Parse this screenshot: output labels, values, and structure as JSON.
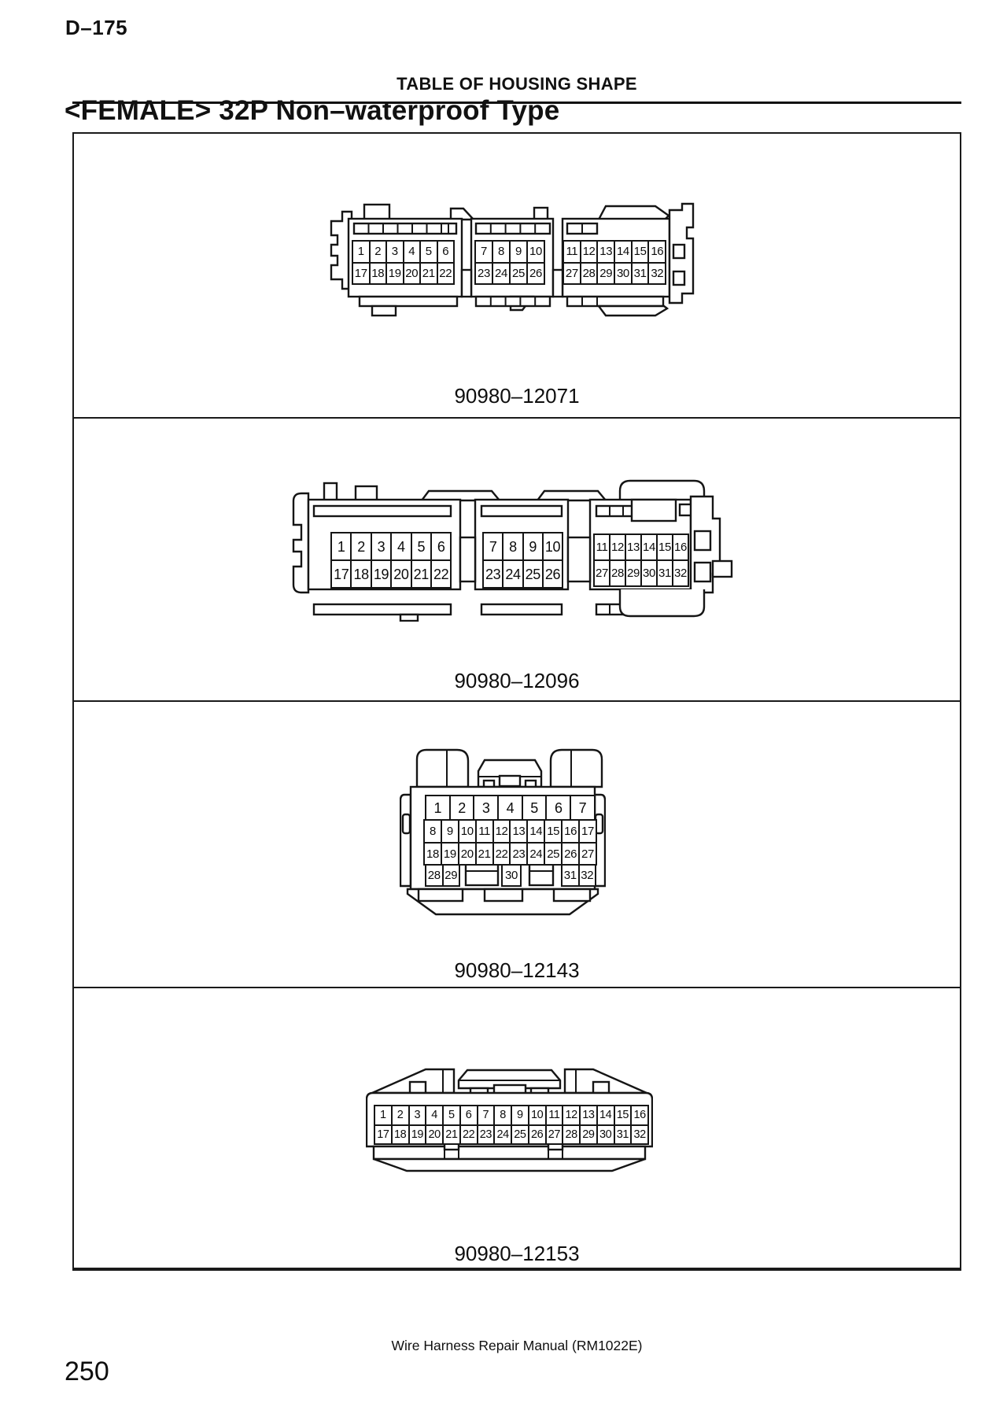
{
  "page": {
    "page_ref": "D–175",
    "section_title": "TABLE OF HOUSING SHAPE",
    "heading": "<FEMALE> 32P Non–waterproof Type",
    "footer": "Wire Harness Repair Manual (RM1022E)",
    "page_number": "250"
  },
  "connectors": [
    {
      "part_number": "90980–12071",
      "groups": [
        [
          [
            "1",
            "2",
            "3",
            "4",
            "5",
            "6"
          ],
          [
            "17",
            "18",
            "19",
            "20",
            "21",
            "22"
          ]
        ],
        [
          [
            "7",
            "8",
            "9",
            "10"
          ],
          [
            "23",
            "24",
            "25",
            "26"
          ]
        ],
        [
          [
            "11",
            "12",
            "13",
            "14",
            "15",
            "16"
          ],
          [
            "27",
            "28",
            "29",
            "30",
            "31",
            "32"
          ]
        ]
      ]
    },
    {
      "part_number": "90980–12096",
      "groups": [
        [
          [
            "1",
            "2",
            "3",
            "4",
            "5",
            "6"
          ],
          [
            "17",
            "18",
            "19",
            "20",
            "21",
            "22"
          ]
        ],
        [
          [
            "7",
            "8",
            "9",
            "10"
          ],
          [
            "23",
            "24",
            "25",
            "26"
          ]
        ],
        [
          [
            "11",
            "12",
            "13",
            "14",
            "15",
            "16"
          ],
          [
            "27",
            "28",
            "29",
            "30",
            "31",
            "32"
          ]
        ]
      ]
    },
    {
      "part_number": "90980–12143",
      "groups": [
        [
          [
            "1",
            "2",
            "3",
            "4",
            "5",
            "6",
            "7"
          ]
        ],
        [
          [
            "8",
            "9",
            "10",
            "11",
            "12",
            "13",
            "14",
            "15",
            "16",
            "17"
          ]
        ],
        [
          [
            "18",
            "19",
            "20",
            "21",
            "22",
            "23",
            "24",
            "25",
            "26",
            "27"
          ]
        ],
        [
          [
            "28",
            "29"
          ]
        ],
        [
          [
            "30"
          ]
        ],
        [
          [
            "31",
            "32"
          ]
        ]
      ]
    },
    {
      "part_number": "90980–12153",
      "groups": [
        [
          [
            "1",
            "2",
            "3",
            "4",
            "5",
            "6",
            "7",
            "8",
            "9",
            "10",
            "11",
            "12",
            "13",
            "14",
            "15",
            "16"
          ],
          [
            "17",
            "18",
            "19",
            "20",
            "21",
            "22",
            "23",
            "24",
            "25",
            "26",
            "27",
            "28",
            "29",
            "30",
            "31",
            "32"
          ]
        ]
      ]
    }
  ]
}
